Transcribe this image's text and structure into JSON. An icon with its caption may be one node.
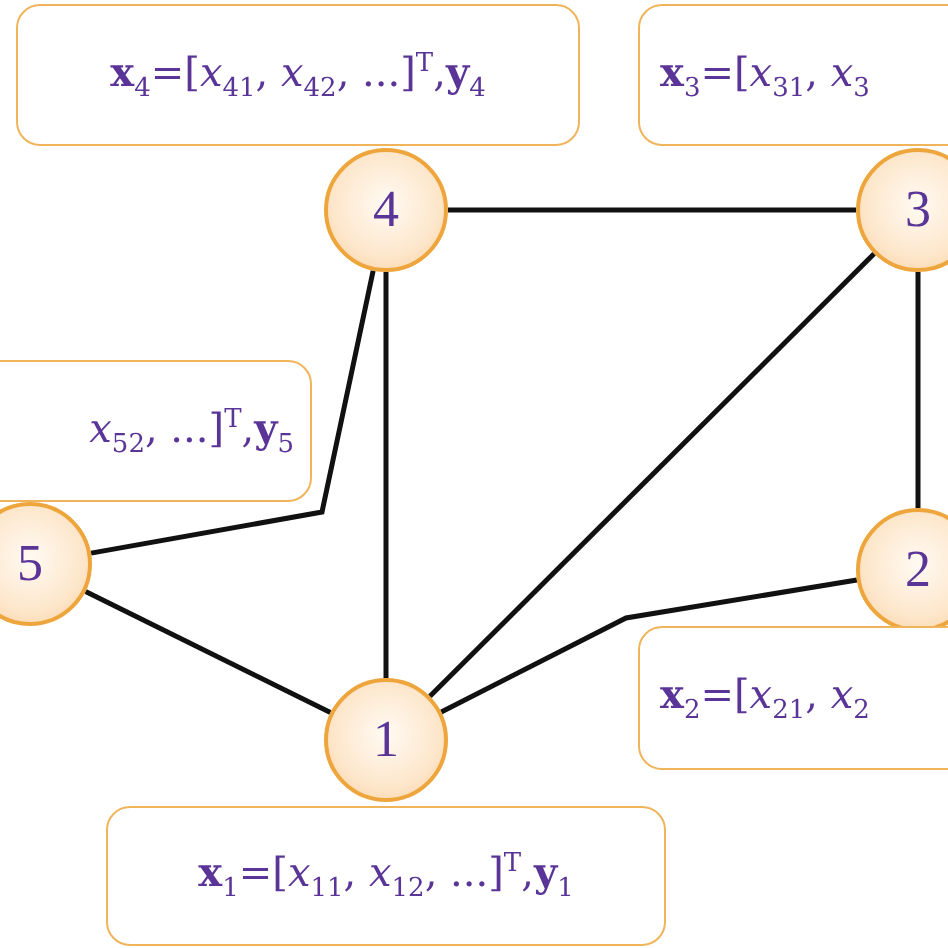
{
  "diagram": {
    "nodes": [
      {
        "text": [
          "**x**$_{4}$=[*x*$_{41}$, *x*$_{42}$, ...]$^{T}$,**y**$_{4}$"
        ]
      },
      {
        "text": [
          "**x**$_{3}$=[*x*$_{31}$, *x*$_{3}$"
        ]
      },
      {
        "text": [
          "4"
        ]
      },
      {
        "text": [
          "3"
        ]
      },
      {
        "text": [
          "*x*$_{52}$, ...]$^{T}$,**y**$_{5}$"
        ]
      },
      {
        "text": [
          "5"
        ]
      },
      {
        "text": [
          "2"
        ]
      },
      {
        "text": [
          "**x**$_{2}$=[*x*$_{21}$, *x*$_{2}$"
        ]
      },
      {
        "text": [
          "1"
        ]
      },
      {
        "text": [
          "**x**$_{1}$=[*x*$_{11}$, *x*$_{12}$, ...]$^{T}$,**y**$_{1}$"
        ]
      }
    ],
    "edges": [
      {
        "from": 2,
        "to": 3,
        "arrow": "none"
      },
      {
        "from": 2,
        "to": 5,
        "arrow": "none"
      },
      {
        "from": 2,
        "to": 8,
        "arrow": "none"
      },
      {
        "from": 3,
        "to": 8,
        "arrow": "none"
      },
      {
        "from": 3,
        "to": 6,
        "arrow": "none"
      },
      {
        "from": 5,
        "to": 8,
        "arrow": "none"
      },
      {
        "from": 6,
        "to": 8,
        "arrow": "none"
      }
    ]
  }
}
